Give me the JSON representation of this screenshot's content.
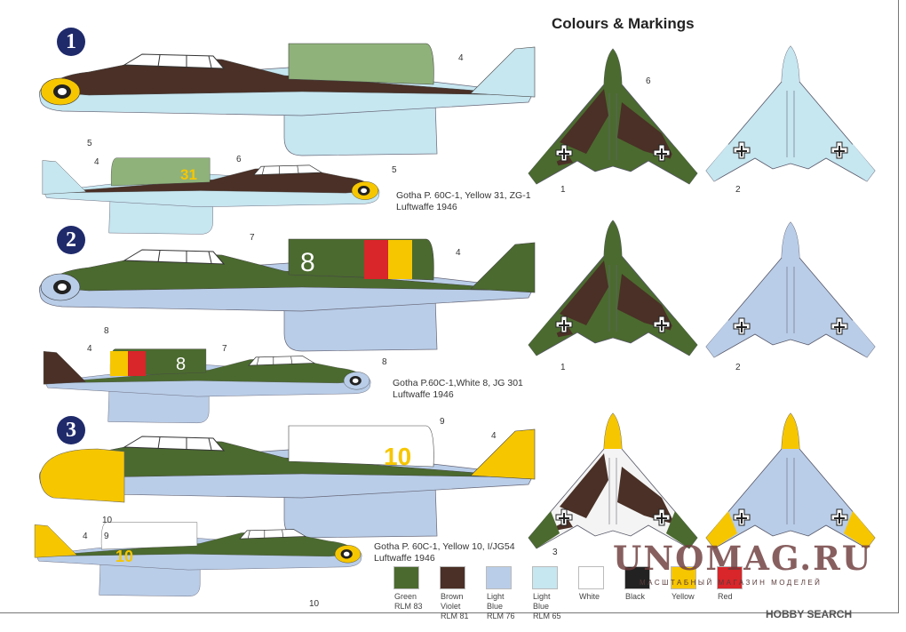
{
  "title": "Colours & Markings",
  "schemes": [
    {
      "number": "1",
      "caption_line1": "Gotha P. 60C-1, Yellow 31,  ZG-1",
      "caption_line2": "Luftwaffe 1946",
      "code": "31"
    },
    {
      "number": "2",
      "caption_line1": "Gotha P.60C-1,White 8,  JG 301",
      "caption_line2": "Luftwaffe 1946",
      "code": "8"
    },
    {
      "number": "3",
      "caption_line1": "Gotha P. 60C-1, Yellow 10,  I/JG54",
      "caption_line2": "Luftwaffe 1946",
      "code": "10"
    }
  ],
  "callouts": [
    "4",
    "5",
    "6",
    "1",
    "2",
    "4",
    "6",
    "5",
    "7",
    "4",
    "8",
    "1",
    "2",
    "4",
    "7",
    "8",
    "9",
    "4",
    "10",
    "3",
    "4",
    "9",
    "10"
  ],
  "legend": [
    {
      "lines": [
        "Green",
        "RLM 83"
      ],
      "color": "#4b6a2f"
    },
    {
      "lines": [
        "Brown",
        "Violet",
        "RLM 81"
      ],
      "color": "#4a3026"
    },
    {
      "lines": [
        "Light",
        "Blue",
        "RLM 76"
      ],
      "color": "#b9cde8"
    },
    {
      "lines": [
        "Light",
        "Blue",
        "RLM 65"
      ],
      "color": "#c6e6f0"
    },
    {
      "lines": [
        "White"
      ],
      "color": "#ffffff"
    },
    {
      "lines": [
        "Black"
      ],
      "color": "#222222"
    },
    {
      "lines": [
        "Yellow"
      ],
      "color": "#f6c600"
    },
    {
      "lines": [
        "Red"
      ],
      "color": "#d8262a"
    }
  ],
  "watermark": {
    "main": "UNOMAG.RU",
    "sub": "МАСШТАБНЫЙ МАГАЗИН МОДЕЛЕЙ",
    "source": "HOBBY SEARCH"
  }
}
